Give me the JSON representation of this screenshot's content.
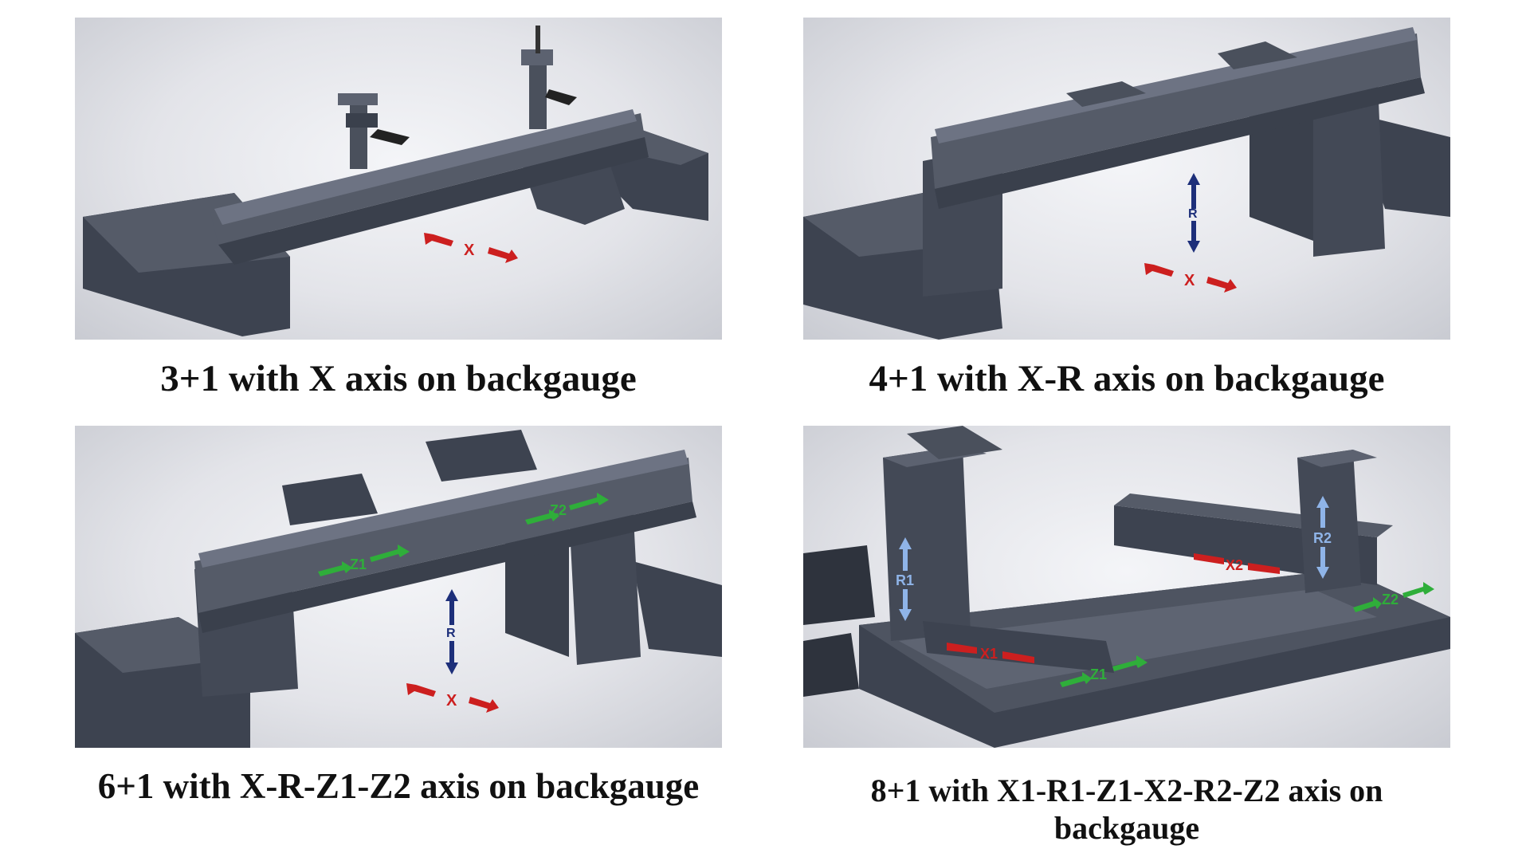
{
  "colors": {
    "frame_dark": "#3d4350",
    "frame_mid": "#505663",
    "frame_light": "#6a7080",
    "x_arrow": "#cc1f1f",
    "r_arrow": "#1d2f7a",
    "z_arrow": "#2fae3a",
    "r_light_arrow": "#8fb4e8"
  },
  "panels": [
    {
      "caption": "3+1 with X axis on backgauge",
      "axes": {
        "x": "X"
      }
    },
    {
      "caption": "4+1 with X-R axis on backgauge",
      "axes": {
        "x": "X",
        "r": "R"
      }
    },
    {
      "caption": "6+1 with X-R-Z1-Z2 axis on backgauge",
      "axes": {
        "x": "X",
        "r": "R",
        "z1": "Z1",
        "z2": "Z2"
      }
    },
    {
      "caption": "8+1 with X1-R1-Z1-X2-R2-Z2 axis on backgauge",
      "axes": {
        "x1": "X1",
        "r1": "R1",
        "z1": "Z1",
        "x2": "X2",
        "r2": "R2",
        "z2": "Z2"
      }
    }
  ]
}
